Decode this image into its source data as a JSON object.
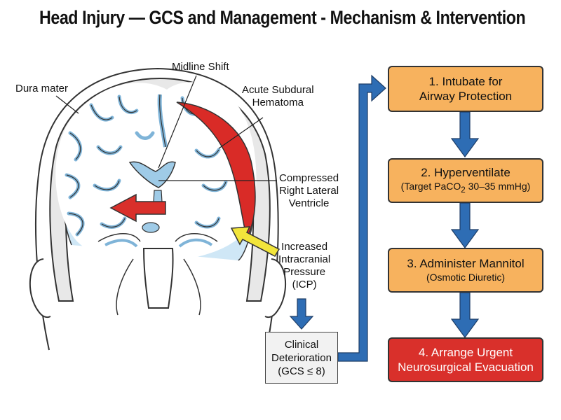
{
  "title": "Head Injury — GCS and Management - Mechanism & Intervention",
  "labels": {
    "dura": "Dura mater",
    "midline": "Midline Shift",
    "hematoma_1": "Acute Subdural",
    "hematoma_2": "Hematoma",
    "ventricle_1": "Compressed",
    "ventricle_2": "Right Lateral",
    "ventricle_3": "Ventricle",
    "icp_1": "Increased",
    "icp_2": "Intracranial",
    "icp_3": "Pressure",
    "icp_4": "(ICP)"
  },
  "clinical": {
    "line1": "Clinical",
    "line2": "Deterioration",
    "line3": "(GCS ≤ 8)"
  },
  "steps": [
    {
      "line1": "1. Intubate for",
      "line2": "Airway Protection"
    },
    {
      "line1": "2. Hyperventilate",
      "line2_pre": "(Target PaCO",
      "line2_sub": "2",
      "line2_post": " 30–35 mmHg)"
    },
    {
      "line1": "3. Administer Mannitol",
      "line2": "(Osmotic Diuretic)"
    },
    {
      "line1": "4. Arrange Urgent",
      "line2": "Neurosurgical Evacuation"
    }
  ],
  "colors": {
    "step_fill": "#f7b25e",
    "urgent_fill": "#d9302b",
    "arrow_blue": "#2e6db4",
    "hematoma": "#d92b27",
    "csf": "#b9dbef",
    "shift_arrow": "#d9302b",
    "pressure_arrow": "#f2e53b"
  }
}
